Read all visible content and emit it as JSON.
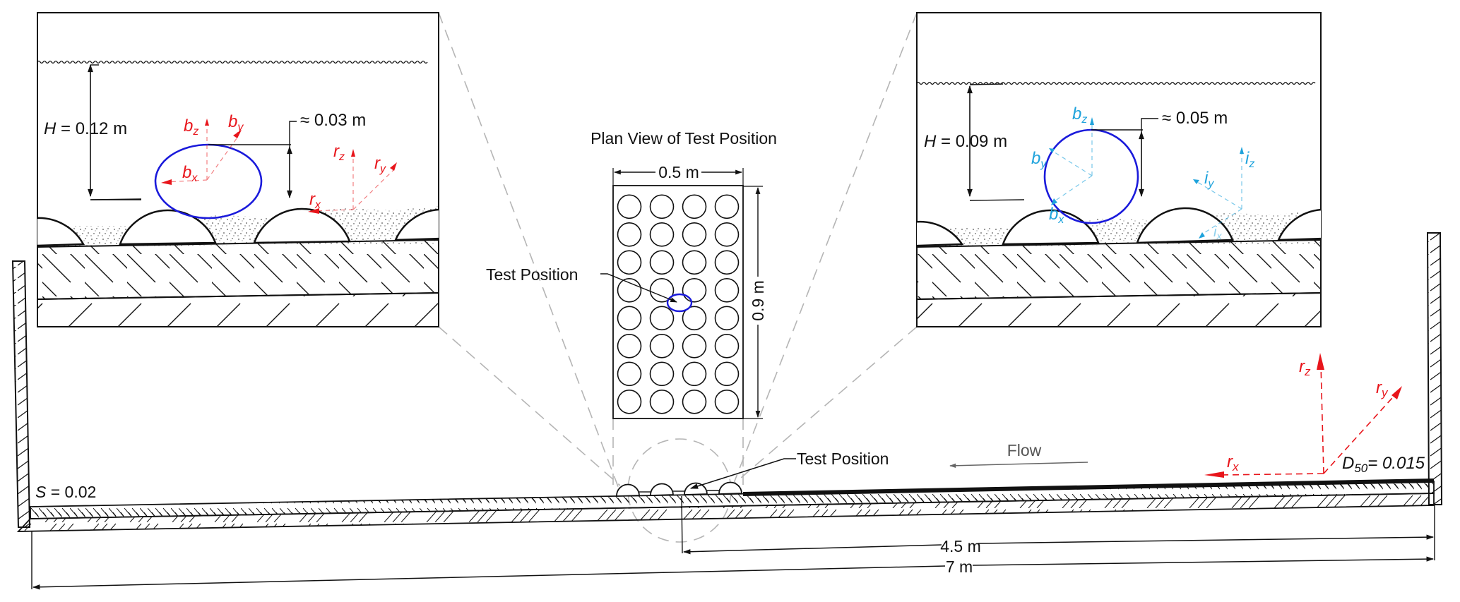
{
  "colors": {
    "line": "#111111",
    "ball": "#1a1adb",
    "red_axes": "#e8151b",
    "cyan_axes": "#1fa3dc",
    "guide": "#b5b5b5",
    "flow_arrow": "#666666"
  },
  "left_detail": {
    "depth_label": "H = 0.12 m",
    "depth_symbol": "H",
    "depth_value": " = 0.12 m",
    "protrusion_label": "≈ 0.03 m",
    "body_axes": [
      "b",
      "b",
      "b"
    ],
    "body_axes_sub": [
      "z",
      "y",
      "x"
    ],
    "ref_axes": [
      "r",
      "r",
      "r"
    ],
    "ref_axes_sub": [
      "z",
      "y",
      "x"
    ]
  },
  "right_detail": {
    "depth_symbol": "H",
    "depth_value": " = 0.09 m",
    "protrusion_label": "≈ 0.05 m",
    "body_axes": [
      "b",
      "b",
      "b"
    ],
    "body_axes_sub": [
      "z",
      "y",
      "x"
    ],
    "inertial_axes": [
      "i",
      "i",
      "i"
    ],
    "inertial_axes_sub": [
      "z",
      "y",
      "x"
    ]
  },
  "plan_view": {
    "title": "Plan View of Test Position",
    "width_label": "0.5 m",
    "length_label": "0.9 m",
    "rows": 8,
    "cols": 4,
    "test_position_label": "Test Position"
  },
  "flume": {
    "slope_symbol": "S",
    "slope_value": " = 0.02",
    "d50_symbol": "D",
    "d50_sub": "50",
    "d50_value": "= 0.015",
    "flow_label": "Flow",
    "test_position_label": "Test Position",
    "ref_axes": [
      "r",
      "r",
      "r"
    ],
    "ref_axes_sub": [
      "z",
      "y",
      "x"
    ],
    "dim_test_to_end": "4.5 m",
    "dim_total": "7 m"
  }
}
